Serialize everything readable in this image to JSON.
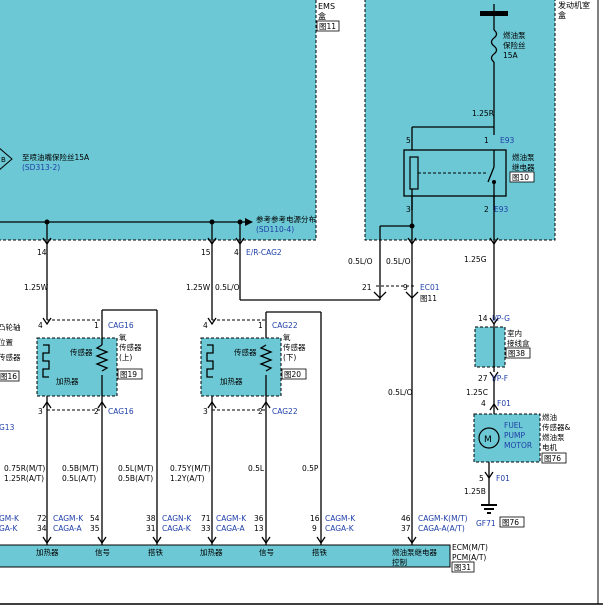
{
  "ems_box": {
    "title": "EMS",
    "subtitle": "盒",
    "ref": "图11"
  },
  "engine_box": {
    "title": "发动机室",
    "subtitle": "盒"
  },
  "fuse": {
    "name": "燃油泵\n保险丝",
    "rating": "15A"
  },
  "fuse_lines": [
    "燃油泵",
    "保险丝",
    "15A"
  ],
  "wire_125r": "1.25R",
  "relay": {
    "pin_top_left": "5",
    "pin_top_right": "1",
    "connector": "E93",
    "label_lines": [
      "燃油泵",
      "继电器"
    ],
    "ref": "图10",
    "pin_bottom_left": "3",
    "pin_bottom_right": "2",
    "connector_bottom": "E93"
  },
  "ems_fuse_note": {
    "text": "至喷油嘴保险丝15A",
    "ref": "(SD313-2)",
    "badge": "B"
  },
  "power_ref": {
    "text": "参考参考电源分布",
    "ref": "(SD110-4)"
  },
  "ems_pins": {
    "p14": "14",
    "p15": "15",
    "p4": "4",
    "cag2": "E/R-CAG2"
  },
  "wires": {
    "w125w_1": "1.25W",
    "w125w_2": "1.25W",
    "w05lo_a": "0.5L/O",
    "w05lo_b": "0.5L/O",
    "w05lo_c": "0.5L/O",
    "w05lo_d": "0.5L/O",
    "w125g": "1.25G",
    "w125c": "1.25C",
    "w125b": "1.25B",
    "w075r_mt": "0.75R(M/T)",
    "w125r_at": "1.25R(A/T)",
    "w05b_mt": "0.5B(M/T)",
    "w05l_at": "0.5L(A/T)",
    "w05l_mt": "0.5L(M/T)",
    "w05b_at": "0.5B(A/T)",
    "w075y_mt": "0.75Y(M/T)",
    "w125y_at": "1.2Y(A/T)",
    "w05l": "0.5L",
    "w05p": "0.5P"
  },
  "ec01": {
    "pin21": "21",
    "pin9": "9",
    "connector": "EC01",
    "ref": "图11"
  },
  "sensor1": {
    "connector_top": "CAG16",
    "connector_bottom": "CAG16",
    "sensor_label": "传感器",
    "heater_label": "加热器",
    "o2_lines": [
      "氧",
      "传感器",
      "(上)"
    ],
    "ref": "图19",
    "pin4": "4",
    "pin1": "1",
    "pin3": "3",
    "pin2": "2"
  },
  "sensor2": {
    "connector_top": "CAG22",
    "connector_bottom": "CAG22",
    "sensor_label": "传感器",
    "heater_label": "加热器",
    "o2_lines": [
      "氧",
      "传感器",
      "(下)"
    ],
    "ref": "图20",
    "pin4": "4",
    "pin1": "1",
    "pin3": "3",
    "pin2": "2"
  },
  "left_cut_labels": {
    "line1": "凸轮轴",
    "line2": "位置",
    "line3": "传感器",
    "ref": "图16",
    "g13": "G13"
  },
  "junction": {
    "connector_top": "I/P-G",
    "pin_top": "14",
    "label_lines": [
      "室内",
      "接线盒"
    ],
    "ref": "图38",
    "pin_bottom": "27",
    "connector_bottom": "I/P-F"
  },
  "pump": {
    "connector_top": "F01",
    "pin_top": "4",
    "label_lines": [
      "FUEL",
      "PUMP",
      "MOTOR"
    ],
    "cn_lines": [
      "燃油",
      "传感器&",
      "燃油泵",
      "电机"
    ],
    "ref": "图76",
    "pin_bottom": "5",
    "connector_bottom": "F01",
    "motor": "M"
  },
  "ground": {
    "name": "GF71",
    "ref": "图76"
  },
  "ecm": {
    "title": "ECM(M/T)",
    "title2": "PCM(A/T)",
    "ref": "图31",
    "columns": [
      {
        "mt": "72",
        "at": "34",
        "l1": "CAGM-K",
        "l2": "CAGA-A"
      },
      {
        "mt": "54",
        "at": "35",
        "l1": "",
        "l2": ""
      },
      {
        "mt": "38",
        "at": "31",
        "l1": "CAGN-K",
        "l2": "CAGA-K"
      },
      {
        "mt": "71",
        "at": "33",
        "l1": "CAGM-K",
        "l2": "CAGA-A"
      },
      {
        "mt": "36",
        "at": "13",
        "l1": "",
        "l2": ""
      },
      {
        "mt": "16",
        "at": "9",
        "l1": "CAGM-K",
        "l2": "CAGA-K"
      },
      {
        "mt": "46",
        "at": "37",
        "l1": "CAGM-K(M/T)",
        "l2": "CAGA-A(A/T)"
      }
    ],
    "left_labels": {
      "l1": "GM-K",
      "l2": "GA-K"
    },
    "bottom_labels": [
      "加热器",
      "信号",
      "搭铁",
      "加热器",
      "信号",
      "搭铁",
      "燃油泵继电器",
      "控制"
    ]
  }
}
